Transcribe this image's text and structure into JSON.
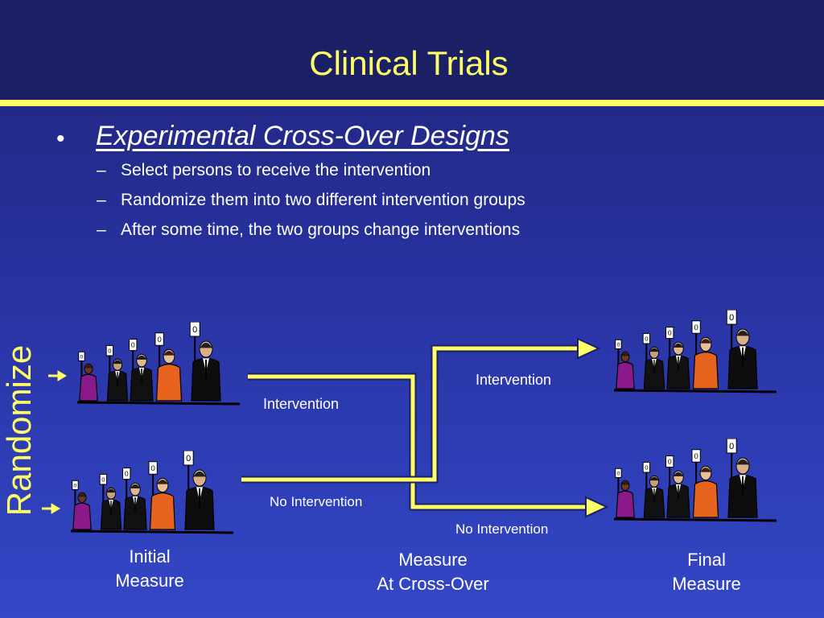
{
  "title": "Clinical Trials",
  "bullet": {
    "text": "Experimental Cross-Over Designs",
    "sub_items": [
      "Select persons to receive the intervention",
      "Randomize them into two different intervention groups",
      "After some time, the two groups change interventions"
    ]
  },
  "diagram": {
    "randomize_label": "Randomize",
    "paths": {
      "top_first": "Intervention",
      "bottom_first": "No Intervention",
      "top_second": "Intervention",
      "bottom_second": "No Intervention"
    },
    "captions": {
      "initial": [
        "Initial",
        "Measure"
      ],
      "crossover": [
        "Measure",
        "At Cross-Over"
      ],
      "final": [
        "Final",
        "Measure"
      ]
    },
    "sign_glyph": "0"
  },
  "colors": {
    "background": "#2a36a8",
    "title_band": "#1a1f66",
    "accent_yellow": "#ffff66",
    "text": "#ffffff"
  }
}
